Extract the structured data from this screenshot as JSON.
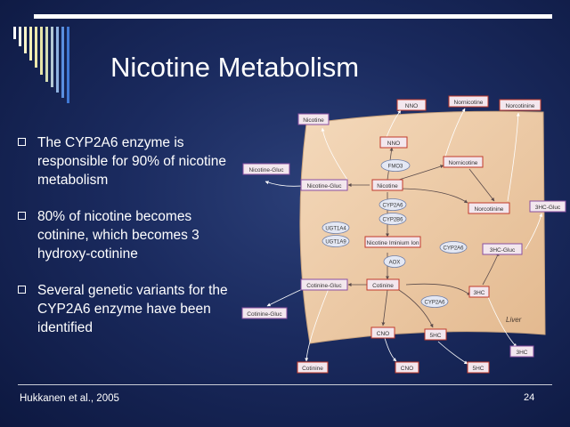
{
  "slide": {
    "title": "Nicotine Metabolism",
    "bullets": [
      "The CYP2A6 enzyme is responsible for 90% of nicotine metabolism",
      "80% of nicotine becomes cotinine, which becomes 3 hydroxy-cotinine",
      "Several genetic variants for the CYP2A6 enzyme have been identified"
    ],
    "citation": "Hukkanen et al., 2005",
    "slide_number": "24"
  },
  "diagram": {
    "region_label": "Liver",
    "boxes": {
      "nno_out": "NNO",
      "nornicotine_out": "Nornicotine",
      "norcotinine_out": "Norcotinine",
      "nicotine_out": "Nicotine",
      "nicotine_gluc_out": "Nicotine-Gluc",
      "threehc_gluc_out": "3HC-Gluc",
      "cotinine_gluc_out": "Cotinine-Gluc",
      "threehc_out": "3HC",
      "cotinine_out": "Cotinine",
      "cno_out": "CNO",
      "fivehc_out": "5HC",
      "nno_in": "NNO",
      "fmo3": "FMO3",
      "nornicotine_in": "Nornicotine",
      "nicotine_gluc_in": "Nicotine-Gluc",
      "nicotine_in": "Nicotine",
      "cyp2a6_a": "CYP2A6",
      "cyp2b6": "CYP2B6",
      "norcotinine_in": "Norcotinine",
      "ugt1a4": "UGT1A4",
      "ugt1a9": "UGT1A9",
      "iminium": "Nicotine Iminium Ion",
      "cyp2a6_b": "CYP2A6",
      "threehc_gluc_in": "3HC-Gluc",
      "aox": "AOX",
      "cotinine_gluc_in": "Cotinine-Gluc",
      "cotinine_in": "Cotinine",
      "threehc_in": "3HC",
      "cyp2a6_c": "CYP2A6",
      "cno_in": "CNO",
      "fivehc_in": "5HC"
    }
  },
  "colors": {
    "background": "#1a2a5e",
    "liver_fill": "#eccaa6",
    "box_fill": "#f3e7ee",
    "red_box_border": "#c0392b",
    "purple_box_border": "#8a4fa0",
    "enzyme_fill": "#e4e8f4",
    "enzyme_border": "#6f7fa8"
  }
}
